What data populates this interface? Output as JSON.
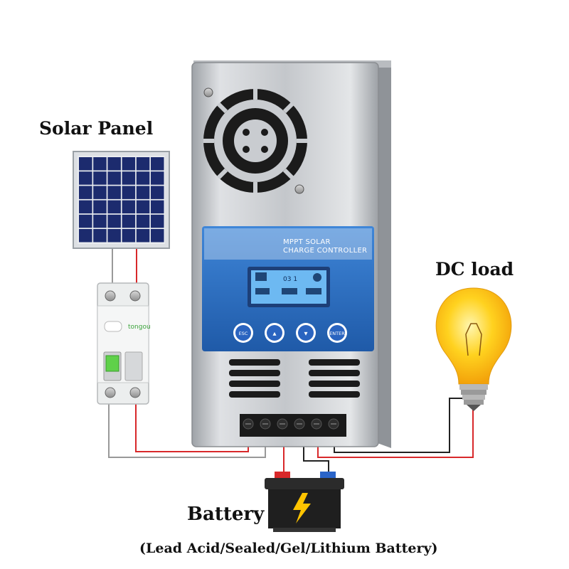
{
  "labels": {
    "solar_panel": "Solar Panel",
    "dc_load": "DC load",
    "battery": "Battery",
    "battery_types": "(Lead Acid/Sealed/Gel/Lithium Battery)"
  },
  "controller": {
    "title_line1": "MPPT SOLAR",
    "title_line2": "CHARGE CONTROLLER",
    "buttons": [
      "ESC",
      "▲",
      "▼",
      "ENTER"
    ],
    "lcd_readout": "03 1"
  },
  "breaker": {
    "brand": "tongou"
  },
  "colors": {
    "controller_body": "#c9ccd0",
    "panel_blue": "#2d6fc4",
    "lcd": "#6db9f2",
    "wire_red": "#d8282a",
    "wire_black": "#222222",
    "bulb_glow": "#ffd21f",
    "solar_cell": "#1c2b6e",
    "breaker_green": "#5fd14a"
  }
}
